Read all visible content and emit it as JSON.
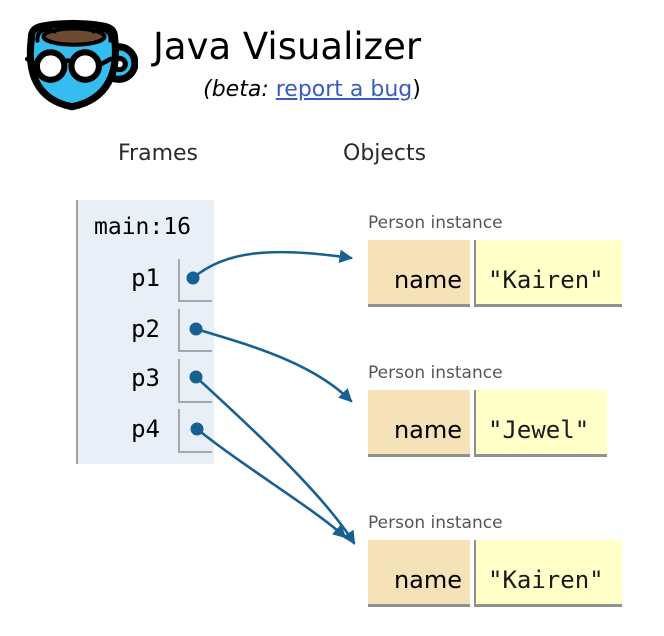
{
  "header": {
    "title": "Java Visualizer",
    "beta_prefix": "(beta:",
    "link_label": "report a bug",
    "beta_suffix": ")",
    "logo_icon": "java-coffee-cup-with-glasses"
  },
  "columns": {
    "frames_label": "Frames",
    "objects_label": "Objects"
  },
  "frame": {
    "name": "main:16",
    "variables": [
      {
        "name": "p1"
      },
      {
        "name": "p2"
      },
      {
        "name": "p3"
      },
      {
        "name": "p4"
      }
    ]
  },
  "objects": [
    {
      "type_label": "Person instance",
      "fields": [
        {
          "key": "name",
          "value": "\"Kairen\""
        }
      ]
    },
    {
      "type_label": "Person instance",
      "fields": [
        {
          "key": "name",
          "value": "\"Jewel\""
        }
      ]
    },
    {
      "type_label": "Person instance",
      "fields": [
        {
          "key": "name",
          "value": "\"Kairen\""
        }
      ]
    }
  ],
  "connections": [
    {
      "from": "p1",
      "to": "object-1"
    },
    {
      "from": "p2",
      "to": "object-2"
    },
    {
      "from": "p3",
      "to": "object-3"
    },
    {
      "from": "p4",
      "to": "object-3"
    }
  ],
  "colors": {
    "arrow": "#176092",
    "frame_bg": "#e9eff7",
    "frame_border": "#a0a0a0",
    "bracket": "#a7a7a7",
    "key_cell_bg": "#f5e2b8",
    "value_cell_bg": "#ffffc8",
    "cell_border": "#909090",
    "type_label": "#555555",
    "link": "#3b5bc0",
    "logo_blue": "#35bdf0",
    "coffee_brown": "#6b4a2f"
  }
}
